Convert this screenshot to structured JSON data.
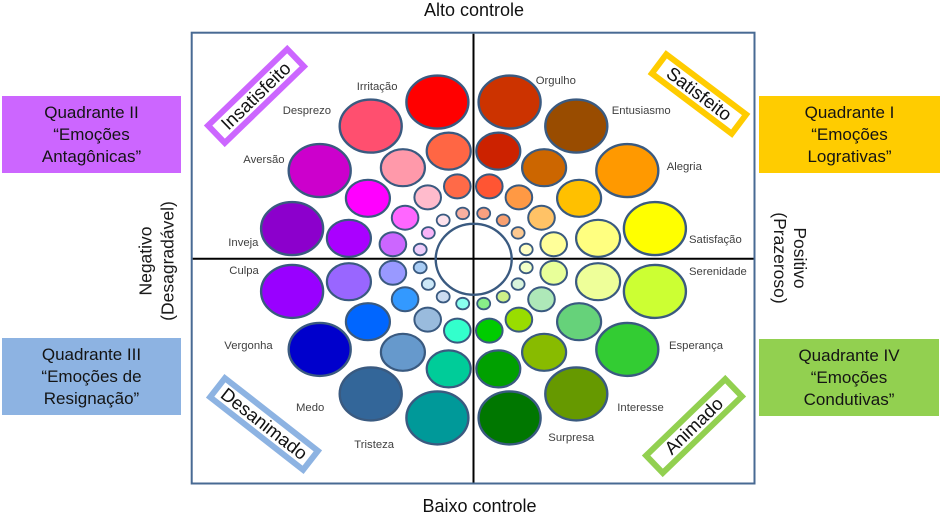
{
  "diagram": {
    "axes": {
      "top_label": "Alto controle",
      "bottom_label": "Baixo controle",
      "left_label": {
        "line1": "Negativo",
        "line2": "(Desagradável)"
      },
      "right_label": {
        "line1": "Positivo",
        "line2": "(Prazeroso)"
      }
    },
    "quadrants": [
      {
        "id": "I",
        "region": "top-right",
        "title": "Quadrante I",
        "name_lines": [
          "“Emoções",
          "Logrativas”"
        ],
        "color": "#ffcc00",
        "mood_tag": "Satisfeito",
        "emotions": [
          {
            "label": "Orgulho",
            "circle_colors_outer_to_inner": [
              "#cc3300",
              "#cc2200",
              "#ff5533",
              "#f8a080"
            ]
          },
          {
            "label": "Entusiasmo",
            "circle_colors_outer_to_inner": [
              "#994c00",
              "#cc6600",
              "#ff9944",
              "#f8a070"
            ]
          },
          {
            "label": "Alegria",
            "circle_colors_outer_to_inner": [
              "#ff9900",
              "#ffc000",
              "#ffc266",
              "#fcc890"
            ]
          },
          {
            "label": "Satisfação",
            "circle_colors_outer_to_inner": [
              "#ffff00",
              "#ffff80",
              "#ffff99",
              "#ffffc4"
            ]
          }
        ]
      },
      {
        "id": "II",
        "region": "top-left",
        "title": "Quadrante II",
        "name_lines": [
          "“Emoções",
          "Antagônicas”"
        ],
        "color": "#cc66ff",
        "mood_tag": "Insatisfeito",
        "emotions": [
          {
            "label": "Irritação",
            "circle_colors_outer_to_inner": [
              "#ff0000",
              "#ff6644",
              "#ff6a48",
              "#f8b0a0"
            ]
          },
          {
            "label": "Desprezo",
            "circle_colors_outer_to_inner": [
              "#ff4f6f",
              "#ff99aa",
              "#ffbbcc",
              "#fde2ec"
            ]
          },
          {
            "label": "Aversão",
            "circle_colors_outer_to_inner": [
              "#cc00cc",
              "#ff00ff",
              "#ff66ff",
              "#f8b4f8"
            ]
          },
          {
            "label": "Inveja",
            "circle_colors_outer_to_inner": [
              "#8c00cc",
              "#aa00ff",
              "#cc66ff",
              "#eeccfa"
            ]
          }
        ]
      },
      {
        "id": "III",
        "region": "bottom-left",
        "title": "Quadrante III",
        "name_lines": [
          "“Emoções de",
          "Resignação”"
        ],
        "color": "#8db3e2",
        "mood_tag": "Desanimado",
        "emotions": [
          {
            "label": "Culpa",
            "circle_colors_outer_to_inner": [
              "#9900ff",
              "#9966ff",
              "#9999ff",
              "#a8ccf4"
            ]
          },
          {
            "label": "Vergonha",
            "circle_colors_outer_to_inner": [
              "#0000cc",
              "#0066ff",
              "#3399ff",
              "#cce8f8"
            ]
          },
          {
            "label": "Medo",
            "circle_colors_outer_to_inner": [
              "#336699",
              "#6699cc",
              "#99bbdd",
              "#ccdcf0"
            ]
          },
          {
            "label": "Tristeza",
            "circle_colors_outer_to_inner": [
              "#009999",
              "#00cc99",
              "#33ffcc",
              "#88ffee"
            ]
          }
        ]
      },
      {
        "id": "IV",
        "region": "bottom-right",
        "title": "Quadrante IV",
        "name_lines": [
          "“Emoções",
          "Condutivas”"
        ],
        "color": "#92d050",
        "mood_tag": "Animado",
        "emotions": [
          {
            "label": "Serenidade",
            "circle_colors_outer_to_inner": [
              "#ccff33",
              "#eeff99",
              "#e8ff99",
              "#f2ffc8"
            ]
          },
          {
            "label": "Esperança",
            "circle_colors_outer_to_inner": [
              "#33cc33",
              "#66d27a",
              "#aee8b8",
              "#d8f4dc"
            ]
          },
          {
            "label": "Interesse",
            "circle_colors_outer_to_inner": [
              "#669900",
              "#88bb00",
              "#99dd00",
              "#ccf088"
            ]
          },
          {
            "label": "Surpresa",
            "circle_colors_outer_to_inner": [
              "#007700",
              "#00a000",
              "#00cc00",
              "#88ee88"
            ]
          }
        ]
      }
    ]
  }
}
